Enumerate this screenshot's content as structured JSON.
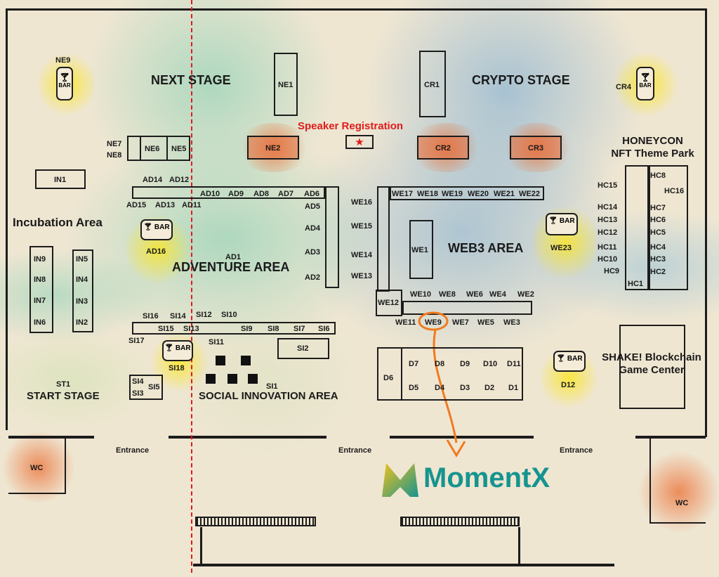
{
  "areas": {
    "next_stage": "NEXT STAGE",
    "crypto_stage": "CRYPTO STAGE",
    "incubation_area": "Incubation Area",
    "adventure_area": "ADVENTURE AREA",
    "web3_area": "WEB3 AREA",
    "start_stage": "START STAGE",
    "social_innovation_area": "SOCIAL INNOVATION AREA",
    "honeycon_line1": "HONEYCON",
    "honeycon_line2": "NFT Theme Park",
    "shake_line1": "SHAKE! Blockchain",
    "shake_line2": "Game Center",
    "speaker_registration": "Speaker Registration",
    "speaker_star": "★"
  },
  "entrances": {
    "left": "Entrance",
    "center": "Entrance",
    "right": "Entrance"
  },
  "restrooms": {
    "left": "WC",
    "right": "WC"
  },
  "bars": {
    "label": "BAR",
    "icon": "cocktail-glass-icon",
    "ne9": "NE9",
    "cr4": "CR4",
    "ad16": "AD16",
    "we23": "WE23",
    "si18": "SI18",
    "d12": "D12"
  },
  "booths": {
    "ne1": "NE1",
    "ne2": "NE2",
    "ne5": "NE5",
    "ne6": "NE6",
    "ne7": "NE7",
    "ne8": "NE8",
    "cr1": "CR1",
    "cr2": "CR2",
    "cr3": "CR3",
    "in1": "IN1",
    "in2": "IN2",
    "in3": "IN3",
    "in4": "IN4",
    "in5": "IN5",
    "in6": "IN6",
    "in7": "IN7",
    "in8": "IN8",
    "in9": "IN9",
    "ad1": "AD1",
    "ad2": "AD2",
    "ad3": "AD3",
    "ad4": "AD4",
    "ad5": "AD5",
    "ad6": "AD6",
    "ad7": "AD7",
    "ad8": "AD8",
    "ad9": "AD9",
    "ad10": "AD10",
    "ad11": "AD11",
    "ad12": "AD12",
    "ad13": "AD13",
    "ad14": "AD14",
    "ad15": "AD15",
    "we1": "WE1",
    "we2": "WE2",
    "we3": "WE3",
    "we4": "WE4",
    "we5": "WE5",
    "we6": "WE6",
    "we7": "WE7",
    "we8": "WE8",
    "we9": "WE9",
    "we10": "WE10",
    "we11": "WE11",
    "we12": "WE12",
    "we13": "WE13",
    "we14": "WE14",
    "we15": "WE15",
    "we16": "WE16",
    "we17": "WE17",
    "we18": "WE18",
    "we19": "WE19",
    "we20": "WE20",
    "we21": "WE21",
    "we22": "WE22",
    "hc1": "HC1",
    "hc2": "HC2",
    "hc3": "HC3",
    "hc4": "HC4",
    "hc5": "HC5",
    "hc6": "HC6",
    "hc7": "HC7",
    "hc8": "HC8",
    "hc9": "HC9",
    "hc10": "HC10",
    "hc11": "HC11",
    "hc12": "HC12",
    "hc13": "HC13",
    "hc14": "HC14",
    "hc15": "HC15",
    "hc16": "HC16",
    "si1": "SI1",
    "si2": "SI2",
    "si3": "SI3",
    "si4": "SI4",
    "si5": "SI5",
    "si6": "SI6",
    "si7": "SI7",
    "si8": "SI8",
    "si9": "SI9",
    "si10": "SI10",
    "si11": "SI11",
    "si12": "SI12",
    "si13": "SI13",
    "si14": "SI14",
    "si15": "SI15",
    "si16": "SI16",
    "si17": "SI17",
    "st1": "ST1",
    "d1": "D1",
    "d2": "D2",
    "d3": "D3",
    "d4": "D4",
    "d5": "D5",
    "d6": "D6",
    "d7": "D7",
    "d8": "D8",
    "d9": "D9",
    "d10": "D10",
    "d11": "D11"
  },
  "brand": {
    "name": "MomentX",
    "color": "#16948f",
    "icon": "momentx-logo-icon"
  },
  "highlight": {
    "booth": "WE9",
    "color": "#f07a1e"
  },
  "colors": {
    "stage_glow": "#eb6e32",
    "bar_glow": "#fae628",
    "divider": "#e01b1b"
  }
}
